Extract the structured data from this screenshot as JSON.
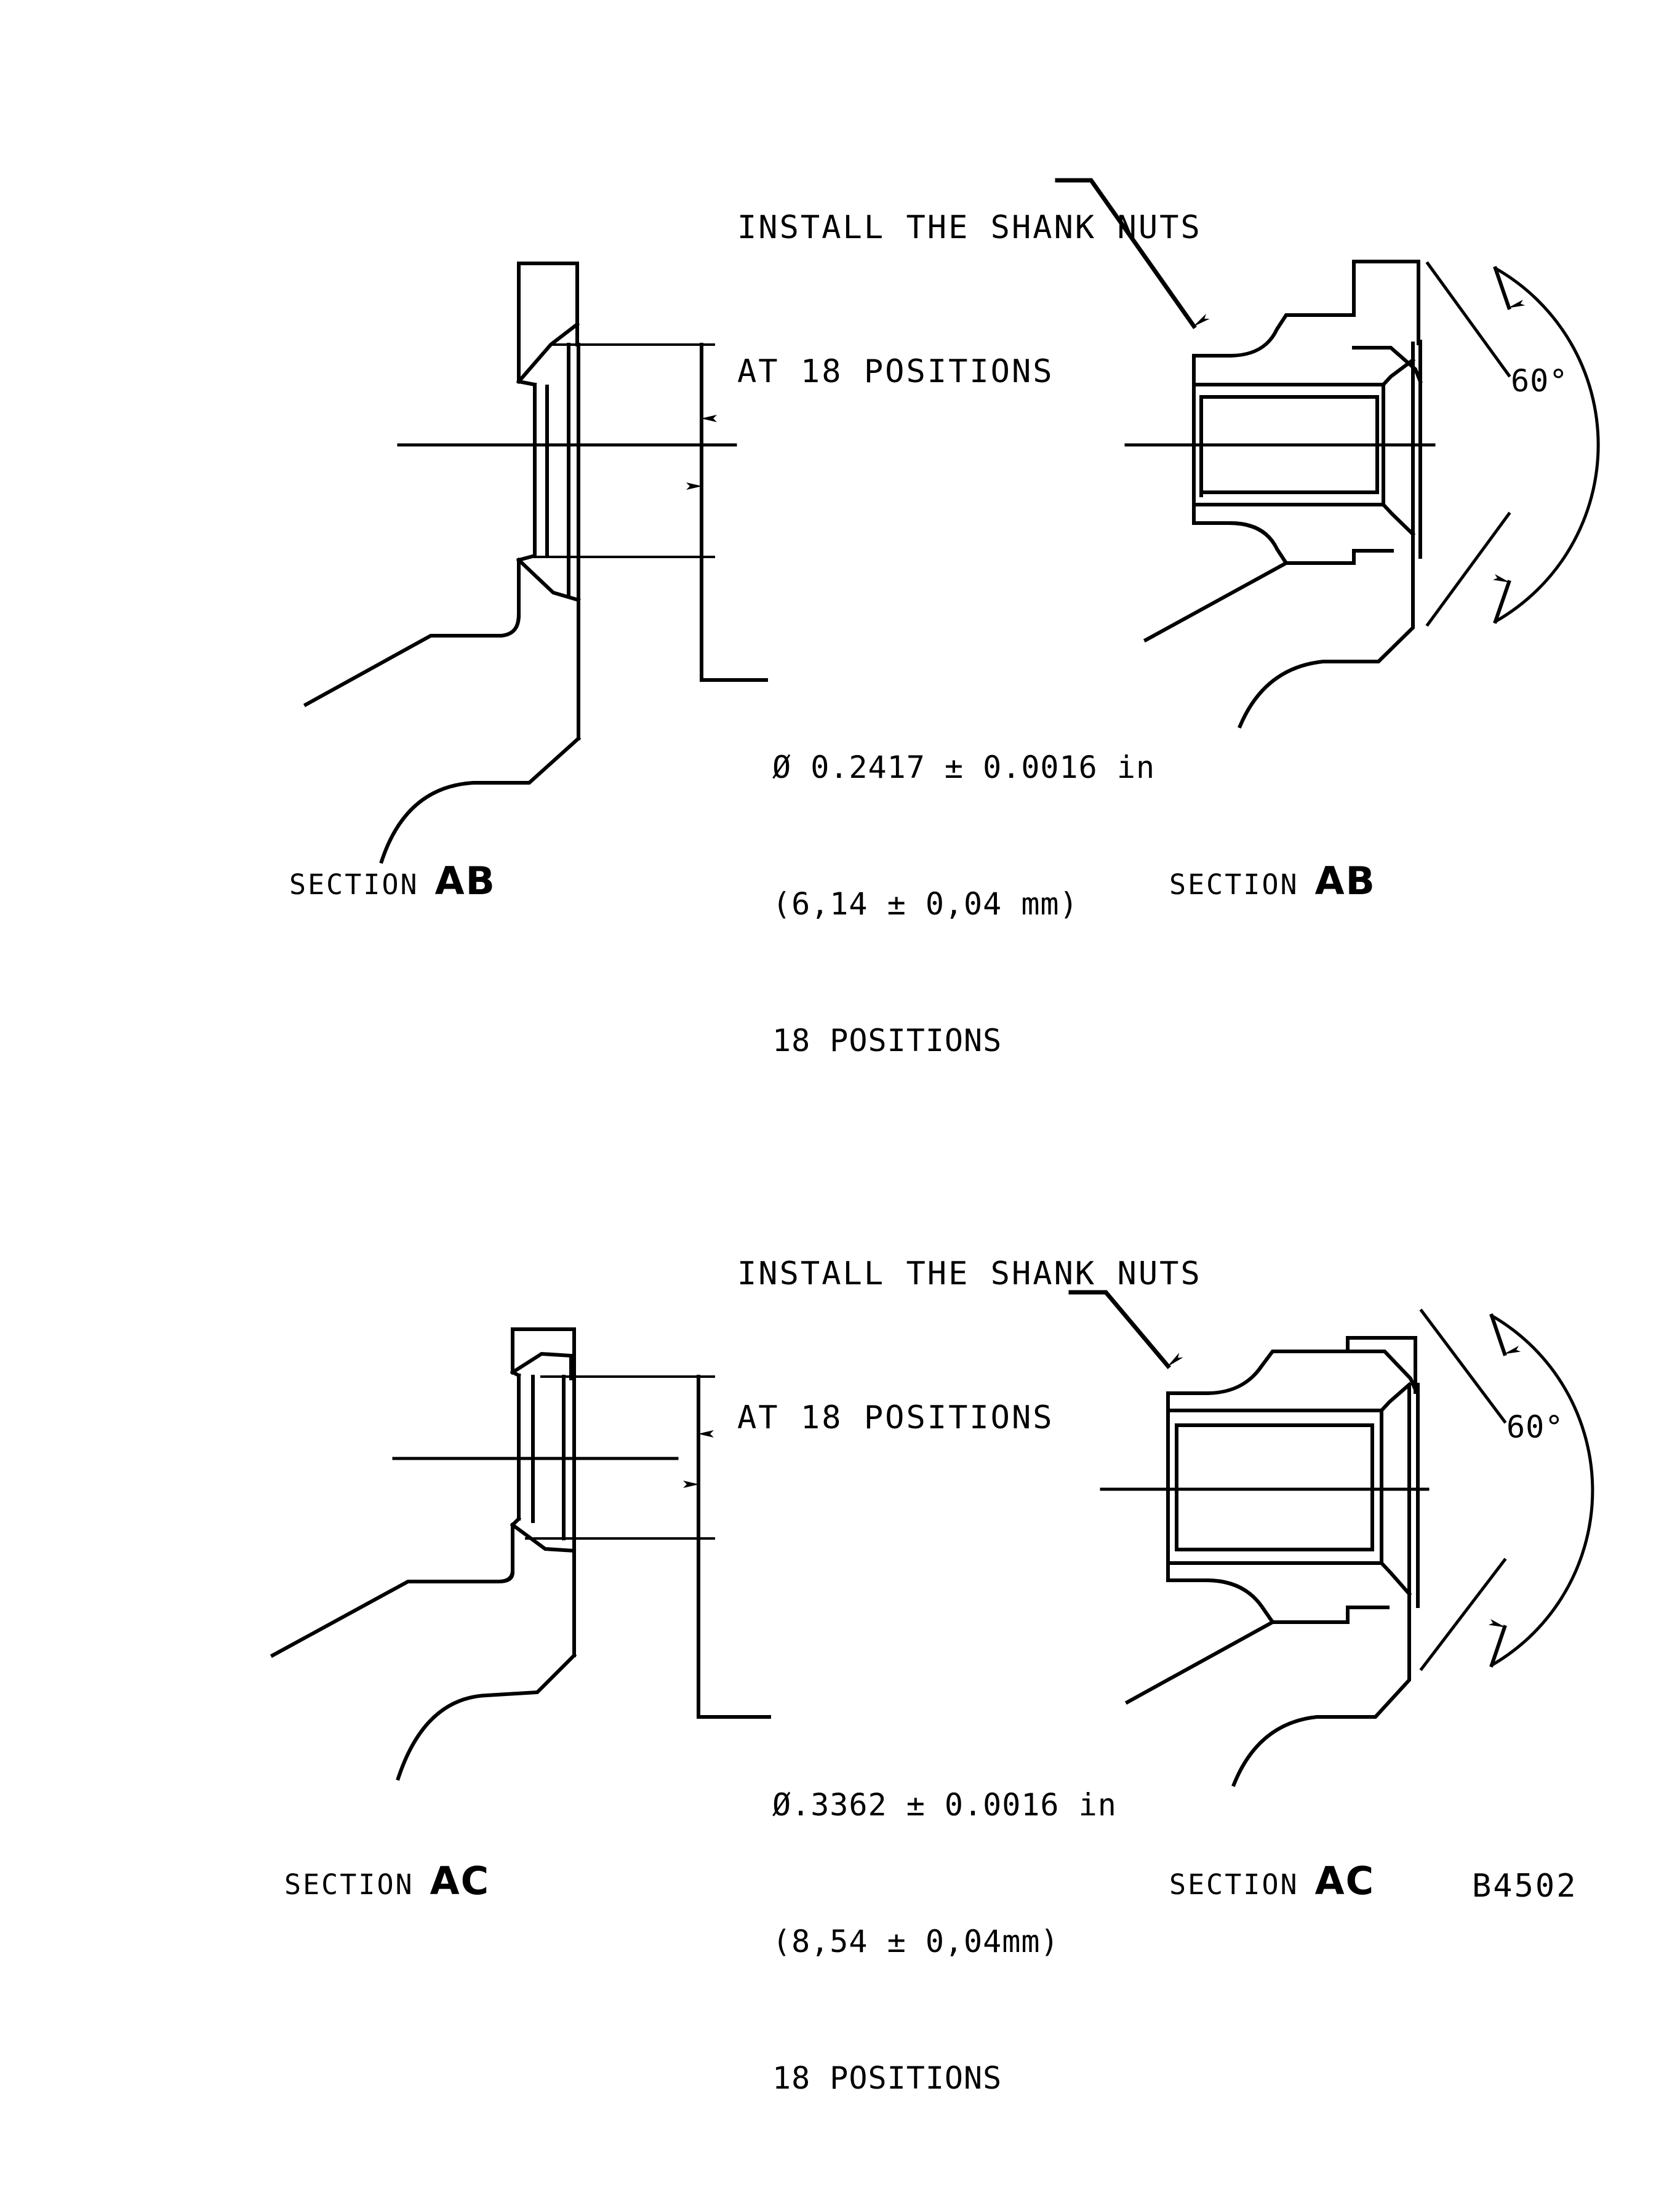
{
  "drawing": {
    "sheet_code": "B4502",
    "line_color": "#000000",
    "background_color": "#ffffff"
  },
  "views": [
    {
      "id": "upper",
      "callout": {
        "line1": "INSTALL THE SHANK NUTS",
        "line2": "AT 18 POSITIONS"
      },
      "dimension": {
        "line1": "Ø 0.2417 ± 0.0016 in",
        "line2": "(6,14 ± 0,04 mm)",
        "line3": "18 POSITIONS"
      },
      "angle": "60°",
      "left_label": {
        "word": "SECTION",
        "id": "AB"
      },
      "right_label": {
        "word": "SECTION",
        "id": "AB"
      }
    },
    {
      "id": "lower",
      "callout": {
        "line1": "INSTALL THE SHANK NUTS",
        "line2": "AT 18 POSITIONS"
      },
      "dimension": {
        "line1": "Ø.3362 ± 0.0016 in",
        "line2": "(8,54 ± 0,04mm)",
        "line3": "18 POSITIONS"
      },
      "angle": "60°",
      "left_label": {
        "word": "SECTION",
        "id": "AC"
      },
      "right_label": {
        "word": "SECTION",
        "id": "AC"
      }
    }
  ]
}
